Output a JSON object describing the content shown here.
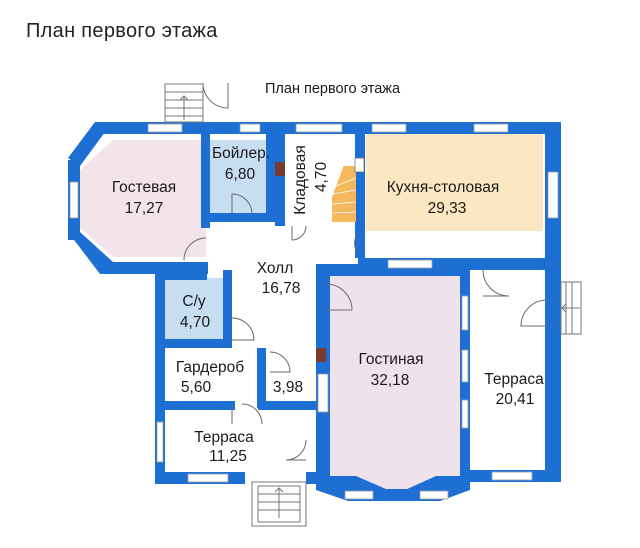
{
  "page": {
    "title": "План первого этажа"
  },
  "plan": {
    "caption": "План первого этажа",
    "rooms": {
      "guest": {
        "name": "Гостевая",
        "area": "17,27"
      },
      "boiler": {
        "name": "Бойлер.",
        "area": "6,80"
      },
      "storage": {
        "name": "Кладовая",
        "area": "4,70"
      },
      "kitchen": {
        "name": "Кухня-столовая",
        "area": "29,33"
      },
      "hall": {
        "name": "Холл",
        "area": "16,78"
      },
      "wc": {
        "name": "С/у",
        "area": "4,70"
      },
      "wardrobe": {
        "name": "Гардероб",
        "area": "5,60"
      },
      "closet": {
        "name": "",
        "area": "3,98"
      },
      "living": {
        "name": "Гостиная",
        "area": "32,18"
      },
      "terrace_right": {
        "name": "Терраса",
        "area": "20,41"
      },
      "terrace_front": {
        "name": "Терраса",
        "area": "11,25"
      }
    },
    "colors": {
      "wall": "#1e6fd4",
      "guest_fill": "#f3e3ea",
      "boiler_fill": "#c7def2",
      "kitchen_fill": "#fbe7c2",
      "wc_fill": "#c7def2",
      "living_fill": "#f0e2ea",
      "floor_white": "#ffffff"
    }
  }
}
